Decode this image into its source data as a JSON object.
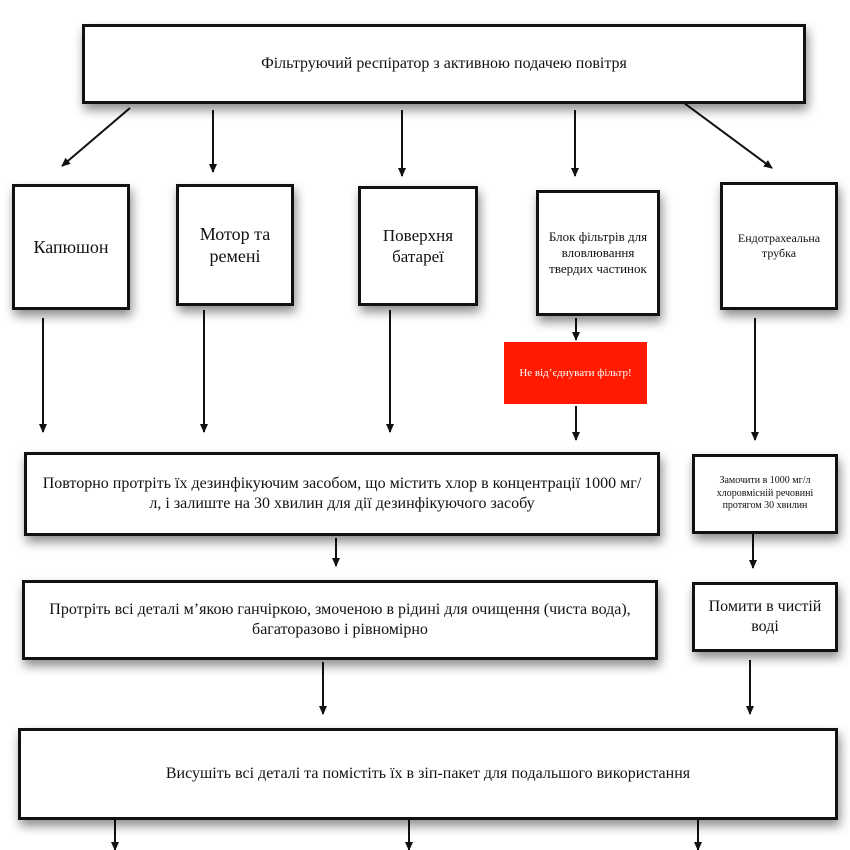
{
  "diagram": {
    "root": "Фільтруючий респіратор з активною подачею повітря",
    "components": {
      "hood": "Капюшон",
      "motor": "Мотор та ремені",
      "battery": "Поверхня батареї",
      "filter": "Блок фільтрів для вловлювання твердих частинок",
      "tube": "Ендотрахеальна трубка"
    },
    "warning": "Не від’єднувати фільтр!",
    "steps": {
      "disinfect": "Повторно протріть їх дезинфікуючим засобом, що містить хлор в концентрації 1000 мг/л, і залиште на 30 хвилин для дії дезинфікуючого засобу",
      "wipe": "Протріть всі деталі м’якою ганчіркою, змоченою в рідині для очищення (чиста вода), багаторазово і рівномірно",
      "soak": "Замочити в 1000 мг/л хлоровмісній речовині протягом 30 хвилин",
      "rinse": "Помити в чистій воді",
      "dry": "Висушіть всі деталі та помістіть їх в зіп-пакет для подальшого використання"
    },
    "colors": {
      "warning_bg": "#ff1a00",
      "border": "#111111"
    }
  }
}
